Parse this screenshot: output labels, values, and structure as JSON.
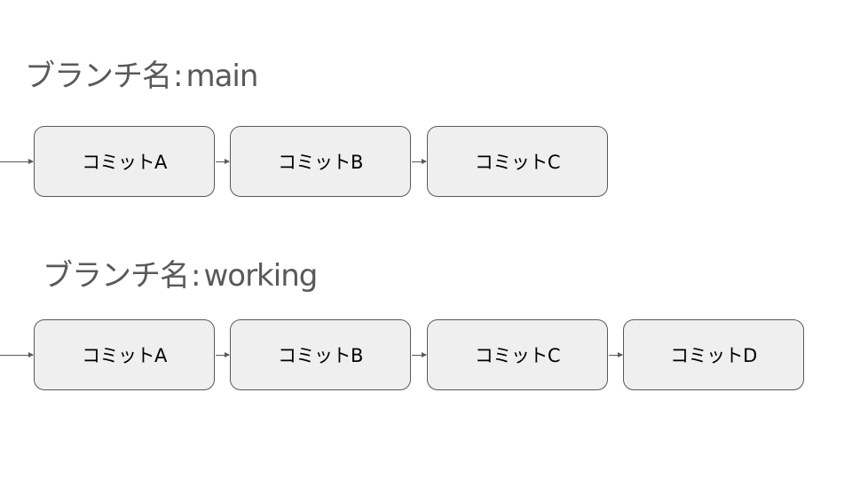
{
  "colors": {
    "box_fill": "#efefef",
    "box_border": "#595959",
    "title_text": "#595959",
    "arrow": "#595959"
  },
  "branches": [
    {
      "label_prefix": "ブランチ名",
      "separator": ":",
      "name": "main",
      "commits": [
        "コミットA",
        "コミットB",
        "コミットC"
      ]
    },
    {
      "label_prefix": "ブランチ名",
      "separator": ":",
      "name": "working",
      "commits": [
        "コミットA",
        "コミットB",
        "コミットC",
        "コミットD"
      ]
    }
  ]
}
